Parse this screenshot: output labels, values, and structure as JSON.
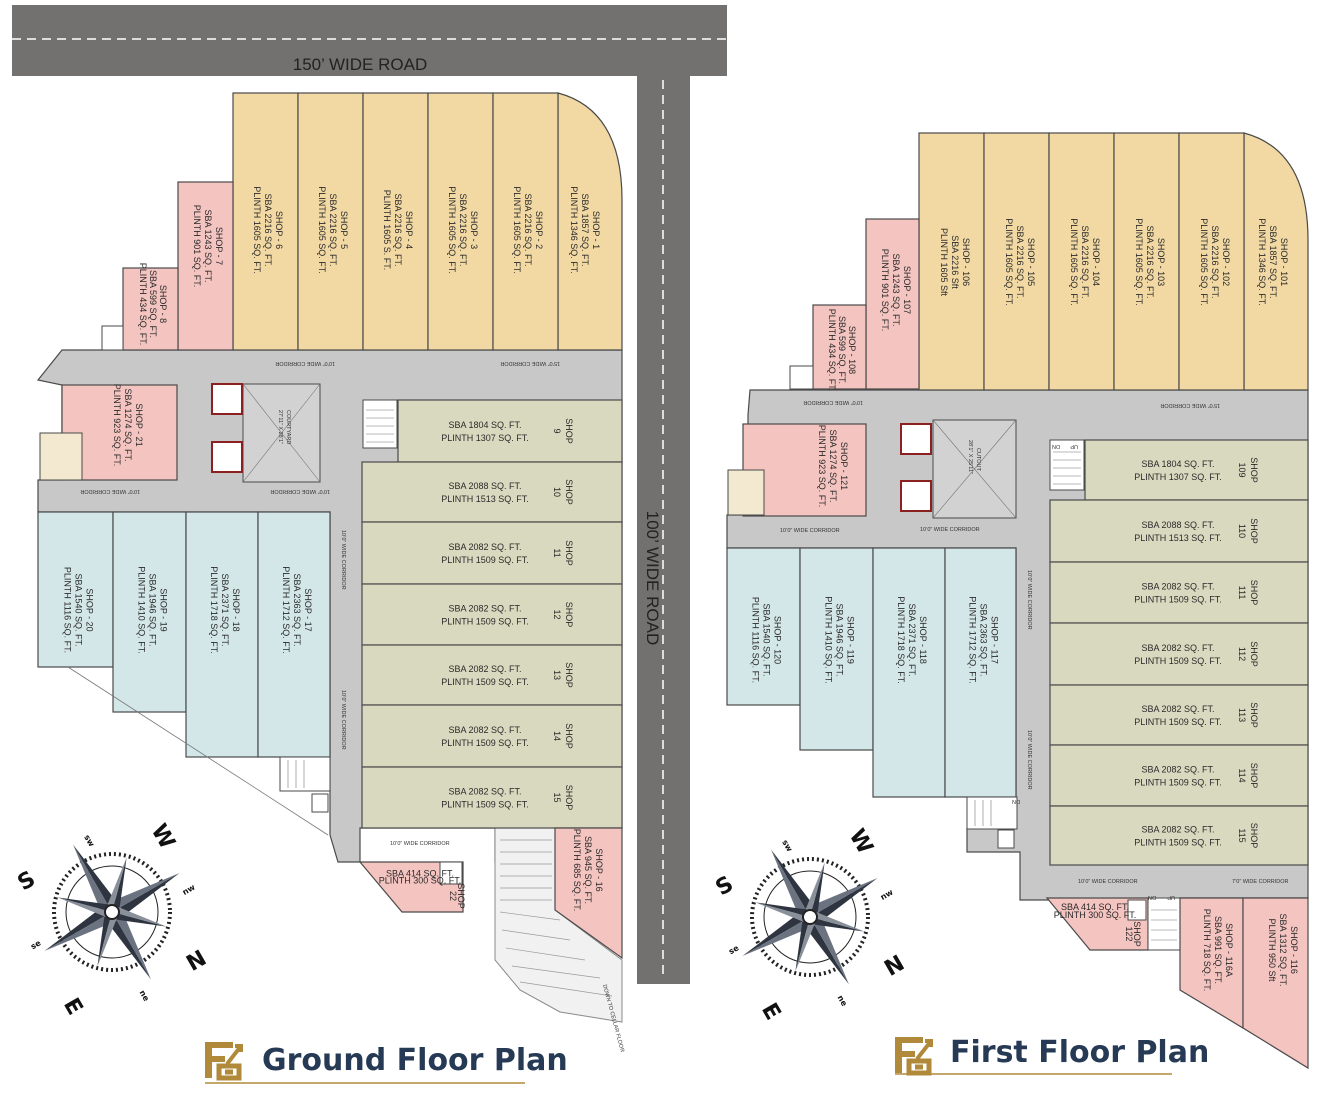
{
  "roads": {
    "top": "150’ WIDE ROAD",
    "side": "100’ WIDE ROAD"
  },
  "corridors": {
    "c10": "10’0” WIDE CORRIDOR",
    "c15": "15’0” WIDE CORRIDOR",
    "c7": "7’0” WIDE CORRIDOR",
    "ramp": "DOWN TO CELLAR FLOOR"
  },
  "misc": {
    "courtyard": [
      "COURTYARD",
      "27’11” X 28’1”"
    ],
    "cutout": [
      "CUTOUT",
      "28’1” X 25’11”"
    ],
    "up": "UP",
    "dn": "DN"
  },
  "ground": {
    "title": "Ground Floor Plan",
    "shops_top": [
      {
        "lines": [
          "SHOP - 1",
          "SBA 1857 SQ. FT.",
          "PLINTH 1346 SQ. FT."
        ]
      },
      {
        "lines": [
          "SHOP - 2",
          "SBA 2216 SQ. FT.",
          "PLINTH 1605 SQ. FT."
        ]
      },
      {
        "lines": [
          "SHOP - 3",
          "SBA 2216 SQ. FT.",
          "PLINTH 1605 SQ. FT."
        ]
      },
      {
        "lines": [
          "SHOP - 4",
          "SBA 2216 SQ. FT.",
          "PLINTH 1605 S. FT."
        ]
      },
      {
        "lines": [
          "SHOP - 5",
          "SBA 2216 SQ. FT.",
          "PLINTH 1605 SQ. FT."
        ]
      },
      {
        "lines": [
          "SHOP - 6",
          "SBA 2216 SQ. FT.",
          "PLINTH 1605 SQ. FT."
        ]
      },
      {
        "lines": [
          "SHOP - 7",
          "SBA 1243 SQ. FT.",
          "PLINTH 901 SQ. FT."
        ]
      },
      {
        "lines": [
          "SHOP - 8",
          "SBA 599 SQ. FT.",
          "PLINTH 434 SQ. FT."
        ]
      }
    ],
    "shop21": {
      "lines": [
        "SHOP - 21",
        "SBA 1274 SQ. FT.",
        "PLINTH 923 SQ. FT."
      ]
    },
    "shops_right": [
      {
        "num": "9",
        "sba": "SBA 1804 SQ. FT.",
        "plinth": "PLINTH 1307 SQ. FT."
      },
      {
        "num": "10",
        "sba": "SBA 2088 SQ. FT.",
        "plinth": "PLINTH 1513 SQ. FT."
      },
      {
        "num": "11",
        "sba": "SBA 2082 SQ. FT.",
        "plinth": "PLINTH 1509 SQ. FT."
      },
      {
        "num": "12",
        "sba": "SBA 2082 SQ. FT.",
        "plinth": "PLINTH 1509 SQ. FT."
      },
      {
        "num": "13",
        "sba": "SBA 2082 SQ. FT.",
        "plinth": "PLINTH 1509 SQ. FT."
      },
      {
        "num": "14",
        "sba": "SBA 2082 SQ. FT.",
        "plinth": "PLINTH 1509 SQ. FT."
      },
      {
        "num": "15",
        "sba": "SBA 2082 SQ. FT.",
        "plinth": "PLINTH 1509 SQ. FT."
      }
    ],
    "shop_word": "SHOP",
    "shops_bottom": [
      {
        "lines": [
          "SHOP - 20",
          "SBA 1540 SQ. FT.",
          "PLINTH 1116 SQ. FT."
        ]
      },
      {
        "lines": [
          "SHOP - 19",
          "SBA 1946 SQ. FT.",
          "PLINTH 1410 SQ. FT."
        ]
      },
      {
        "lines": [
          "SHOP - 18",
          "SBA 2371 SQ. FT.",
          "PLINTH 1718 SQ. FT."
        ]
      },
      {
        "lines": [
          "SHOP - 17",
          "SBA 2363 SQ. FT.",
          "PLINTH 1712 SQ. FT."
        ]
      }
    ],
    "shop16": {
      "lines": [
        "SHOP - 16",
        "SBA 945 SQ. FT.",
        "PLINTH 685 SQ. FT."
      ]
    },
    "shop22": {
      "lines": [
        "SBA 414 SQ. FT.",
        "PLINTH 300 SQ. FT.",
        "SHOP",
        "22"
      ]
    }
  },
  "first": {
    "title": "First Floor Plan",
    "shops_top": [
      {
        "lines": [
          "SHOP - 101",
          "SBA 1857 SQ. FT.",
          "PLINTH 1346 SQ. FT."
        ]
      },
      {
        "lines": [
          "SHOP - 102",
          "SBA 2216 SQ. FT.",
          "PLINTH 1605 SQ. FT."
        ]
      },
      {
        "lines": [
          "SHOP - 103",
          "SBA 2216 SQ. FT.",
          "PLINTH 1605 SQ. FT."
        ]
      },
      {
        "lines": [
          "SHOP - 104",
          "SBA 2216 SQ. FT.",
          "PLINTH 1605 SQ. FT."
        ]
      },
      {
        "lines": [
          "SHOP - 105",
          "SBA 2216 SQ. FT.",
          "PLINTH 1605 SQ. FT."
        ]
      },
      {
        "lines": [
          "SHOP - 106",
          "SBA 2216 Sft",
          "PLINTH 1605 Sft"
        ]
      },
      {
        "lines": [
          "SHOP - 107",
          "SBA 1243 SQ. FT.",
          "PLINTH 901 SQ. FT."
        ]
      },
      {
        "lines": [
          "SHOP - 108",
          "SBA 599 SQ. FT.",
          "PLINTH 434 SQ. FT."
        ]
      }
    ],
    "shop121": {
      "lines": [
        "SHOP - 121",
        "SBA 1274 SQ. FT.",
        "PLINTH 923 SQ. FT."
      ]
    },
    "shops_right": [
      {
        "num": "109",
        "sba": "SBA 1804 SQ. FT.",
        "plinth": "PLINTH 1307 SQ. FT."
      },
      {
        "num": "110",
        "sba": "SBA 2088 SQ. FT.",
        "plinth": "PLINTH 1513 SQ. FT."
      },
      {
        "num": "111",
        "sba": "SBA 2082 SQ. FT.",
        "plinth": "PLINTH 1509 SQ. FT."
      },
      {
        "num": "112",
        "sba": "SBA 2082 SQ. FT.",
        "plinth": "PLINTH 1509 SQ. FT."
      },
      {
        "num": "113",
        "sba": "SBA 2082 SQ. FT.",
        "plinth": "PLINTH 1509 SQ. FT."
      },
      {
        "num": "114",
        "sba": "SBA 2082 SQ. FT.",
        "plinth": "PLINTH 1509 SQ. FT."
      },
      {
        "num": "115",
        "sba": "SBA 2082 SQ. FT.",
        "plinth": "PLINTH 1509 SQ. FT."
      }
    ],
    "shops_bottom": [
      {
        "lines": [
          "SHOP - 120",
          "SBA 1540 SQ. FT.",
          "PLINTH 1116 SQ. FT."
        ]
      },
      {
        "lines": [
          "SHOP - 119",
          "SBA 1946 SQ. FT.",
          "PLINTH 1410 SQ. FT."
        ]
      },
      {
        "lines": [
          "SHOP - 118",
          "SBA 2371 SQ. FT.",
          "PLINTH 1718 SQ. FT."
        ]
      },
      {
        "lines": [
          "SHOP - 117",
          "SBA 2363 SQ. FT.",
          "PLINTH 1712 SQ. FT."
        ]
      }
    ],
    "shop116": {
      "lines": [
        "SHOP - 116",
        "SBA 1312 SQ. FT.",
        "PLINTH 950 Sft"
      ]
    },
    "shop116a": {
      "lines": [
        "SHOP - 116A",
        "SBA 991 SQ. FT.",
        "PLINTH 718 SQ. FT."
      ]
    },
    "shop122": {
      "lines": [
        "SBA 414 SQ. FT.",
        "PLINTH 300 SQ. FT.",
        "SHOP",
        "122"
      ]
    }
  },
  "compass": {
    "W": "W",
    "N": "N",
    "S": "S",
    "E": "E",
    "sw": "sw",
    "nw": "nw",
    "se": "se",
    "ne": "ne"
  },
  "colors": {
    "road": "#737170",
    "corridor": "#c8c8c8",
    "yellow": "#f2d9a4",
    "pink": "#f4c4c0",
    "olive": "#d9d9c0",
    "blue": "#d4e7e8",
    "wall": "#4a4a4a",
    "title": "#263a55",
    "gold": "#b08a3a"
  }
}
